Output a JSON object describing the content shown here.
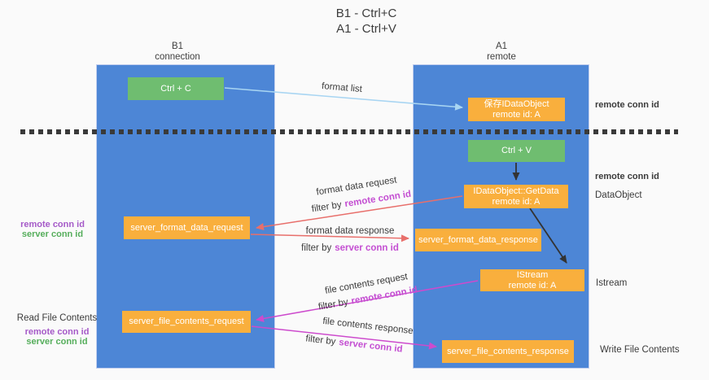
{
  "title": {
    "line1": "B1 - Ctrl+C",
    "line2": "A1 - Ctrl+V"
  },
  "lanes": {
    "b1": {
      "name": "B1",
      "role": "connection"
    },
    "a1": {
      "name": "A1",
      "role": "remote"
    }
  },
  "nodes": {
    "ctrl_c": {
      "label": "Ctrl + C"
    },
    "ctrl_v": {
      "label": "Ctrl + V"
    },
    "save_idataobject": {
      "line1": "保存IDataObject",
      "line2": "remote id: A"
    },
    "idataobject_getdata": {
      "line1": "IDataObject::GetData",
      "line2": "remote id: A"
    },
    "istream": {
      "line1": "IStream",
      "line2": "remote id: A"
    },
    "server_format_data_request": {
      "label": "server_format_data_request"
    },
    "server_format_data_response": {
      "label": "server_format_data_response"
    },
    "server_file_contents_request": {
      "label": "server_file_contents_request"
    },
    "server_file_contents_response": {
      "label": "server_file_contents_response"
    }
  },
  "flow_labels": {
    "format_list": "format list",
    "format_data_request": "format data request",
    "format_data_response": "format data response",
    "file_contents_request": "file contents request",
    "file_contents_response": "file contents response"
  },
  "strings": {
    "filter_by": "filter by",
    "remote_conn_id": "remote conn id",
    "server_conn_id": "server conn id"
  },
  "margin_labels": {
    "dataobject": "DataObject",
    "istream": "Istream",
    "read_file_contents": "Read File Contents",
    "write_file_contents": "Write File Contents"
  },
  "colors": {
    "lane_blue": "#4d86d6",
    "node_green": "#6fbd70",
    "node_orange": "#f9af3d",
    "arrow_red": "#e86f6b",
    "arrow_magenta": "#cd4bcd",
    "arrow_light_blue": "#a8d5f2",
    "arrow_black": "#333333",
    "conn_id_purple": "#a55ac8",
    "conn_id_green": "#56ae5c",
    "conn_id_magenta": "#c44fd2"
  }
}
